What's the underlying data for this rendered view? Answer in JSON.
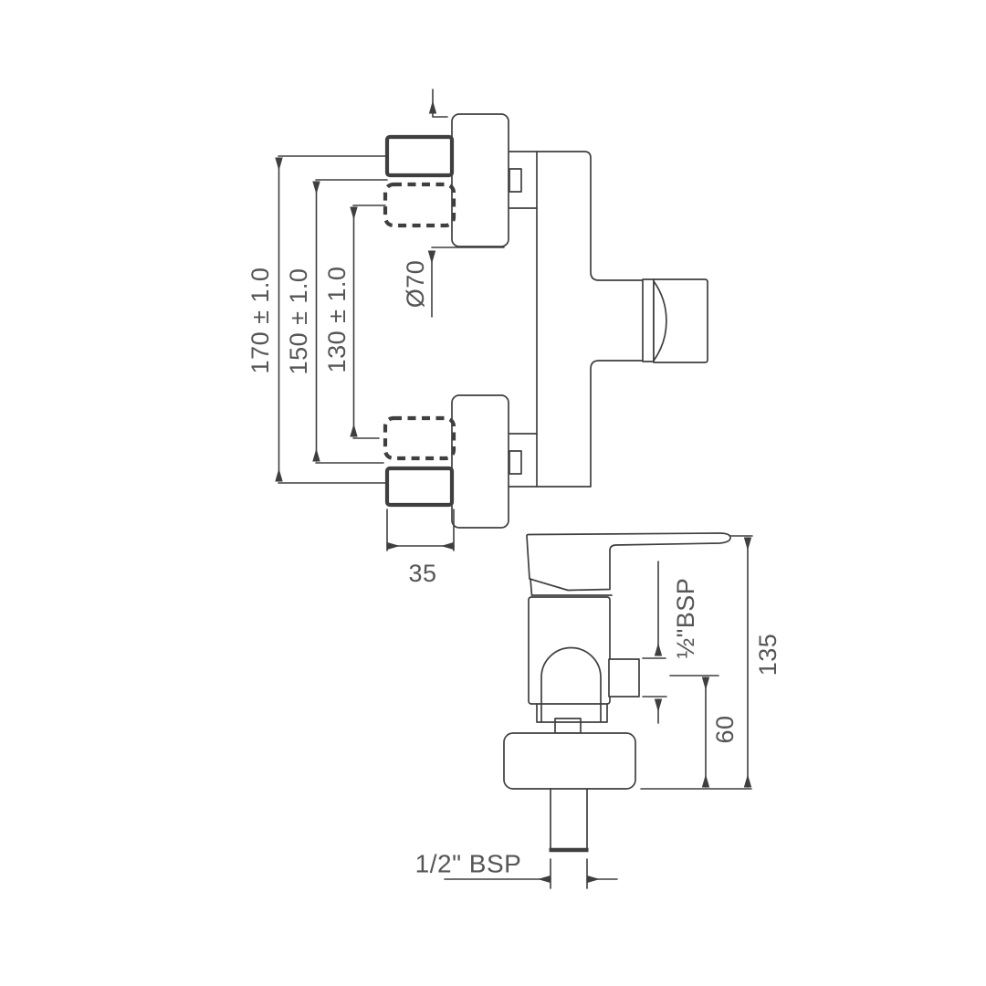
{
  "colors": {
    "line": "#3f3f3f",
    "text": "#565656",
    "background": "#ffffff"
  },
  "front_view": {
    "dim_outer": "170 ± 1.0",
    "dim_mid": "150 ± 1.0",
    "dim_inner": "130 ± 1.0",
    "flange_diameter": "Ø70",
    "inlet_width": "35"
  },
  "side_view": {
    "outlet_thread": "½\"BSP",
    "outlet_center_height": "60",
    "overall_height": "135",
    "inlet_thread": "1/2\" BSP"
  }
}
